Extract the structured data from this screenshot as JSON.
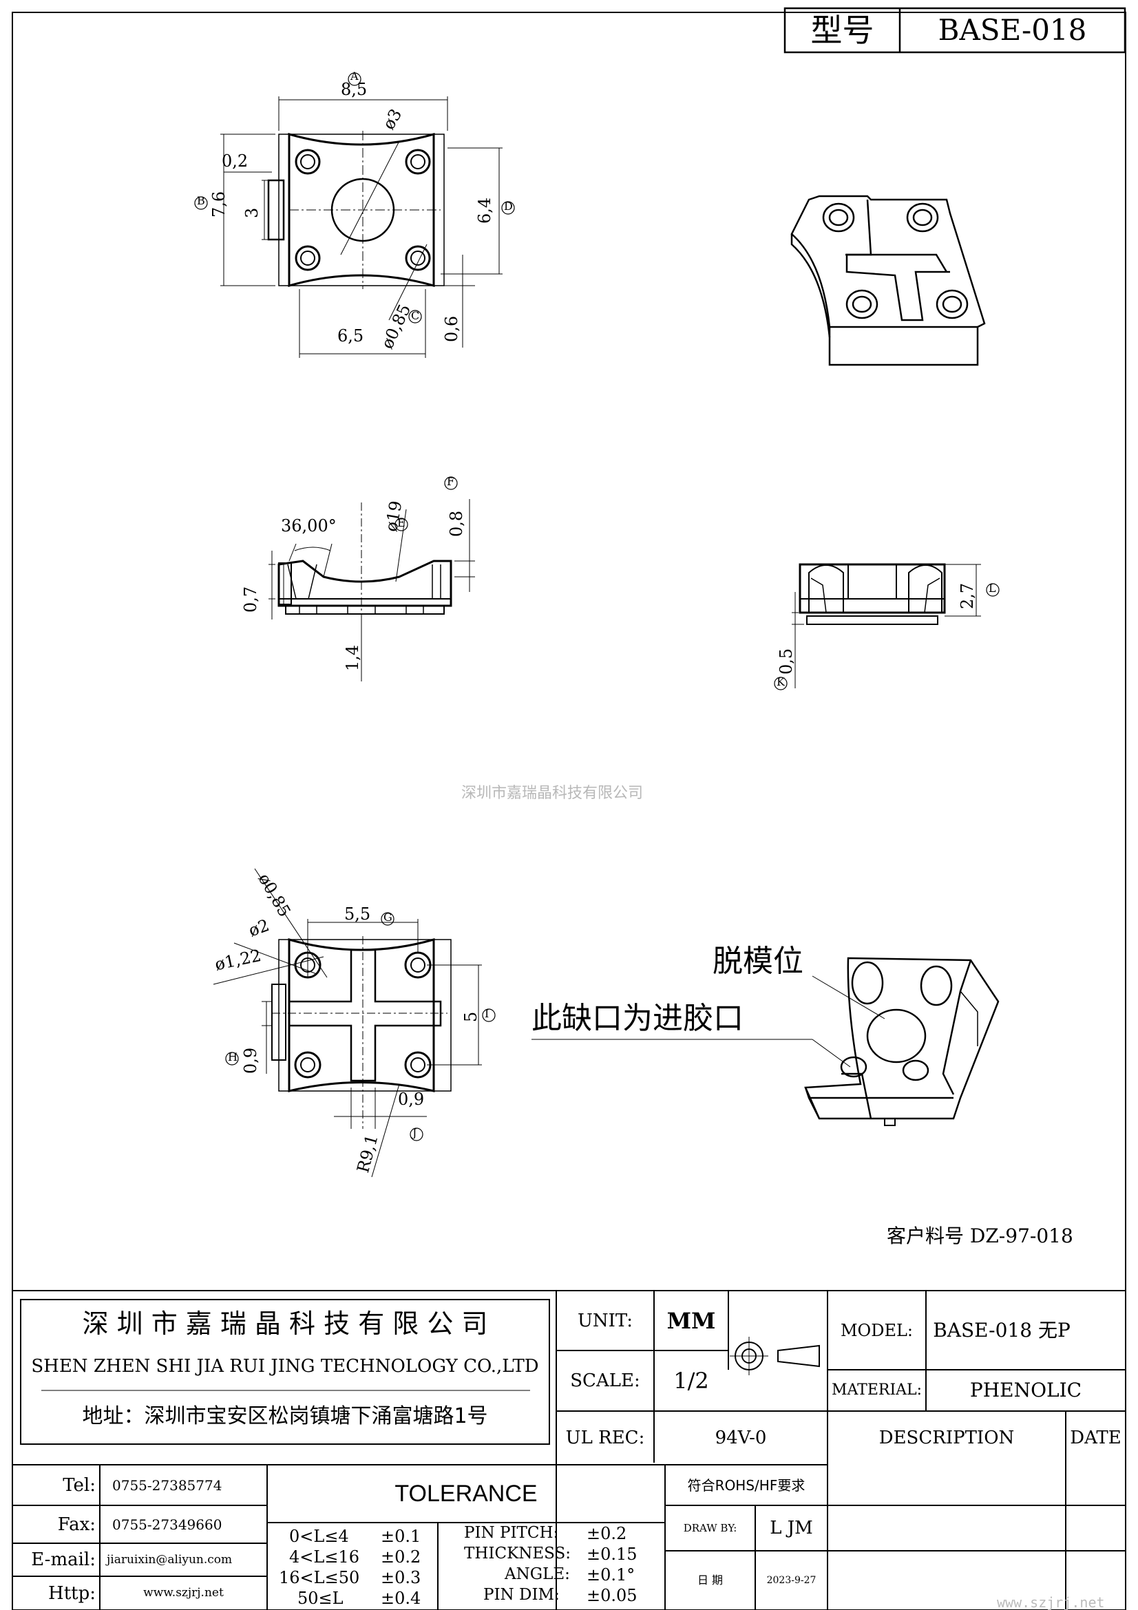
{
  "title_box": {
    "label": "型号",
    "value": "BASE-018"
  },
  "dims": {
    "a_width": "8,5",
    "a_marker": "A",
    "phi3": "ø3",
    "gap_02": "0,2",
    "h_76": "7,6",
    "b_marker": "B",
    "slot_3": "3",
    "h_64": "6,4",
    "d_marker": "D",
    "phi085_top": "ø0,85",
    "c_marker": "C",
    "w_65": "6,5",
    "t_06": "0,6",
    "angle": "36,00°",
    "phi19": "ø19",
    "e_marker": "E",
    "f_marker": "F",
    "d_08": "0,8",
    "d_07": "0,7",
    "d_14": "1,4",
    "h_27": "2,7",
    "l_marker": "L",
    "d_05": "0,5",
    "k_marker": "K",
    "phi085_bot": "ø0,85",
    "phi2": "ø2",
    "phi122": "ø1,22",
    "w_55": "5,5",
    "g_marker": "G",
    "h_5": "5",
    "i_marker": "I",
    "d_09_left": "0,9",
    "h_marker": "H",
    "d_09_bot": "0,9",
    "j_marker": "J",
    "r91": "R9,1"
  },
  "notes": {
    "watermark": "深圳市嘉瑞晶科技有限公司",
    "demold": "脱模位",
    "gate": "此缺口为进胶口",
    "customer_pn": "客户料号 DZ-97-018"
  },
  "titleblock": {
    "company_cn": "深 圳 市 嘉 瑞 晶 科 技 有 限 公 司",
    "company_en": "SHEN ZHEN SHI   JIA RUI JING   TECHNOLOGY CO.,LTD",
    "address": "地址：深圳市宝安区松岗镇塘下涌富塘路1号",
    "unit_label": "UNIT:",
    "unit_value": "MM",
    "scale_label": "SCALE:",
    "scale_value": "1/2",
    "model_label": "MODEL:",
    "model_value": "BASE-018 无P",
    "material_label": "MATERIAL:",
    "material_value": "PHENOLIC",
    "ul_label": "UL REC:",
    "ul_value": "94V-0",
    "description_label": "DESCRIPTION",
    "date_label": "DATE",
    "tel_label": "Tel:",
    "tel_value": "0755-27385774",
    "fax_label": "Fax:",
    "fax_value": "0755-27349660",
    "email_label": "E-mail:",
    "email_value": "jiaruixin@aliyun.com",
    "http_label": "Http:",
    "http_value": "www.szjrj.net",
    "tolerance_title": "TOLERANCE",
    "tol_ranges": [
      "0<L≤4",
      "4<L≤16",
      "16<L≤50",
      "50≤L"
    ],
    "tol_values": [
      "±0.1",
      "±0.2",
      "±0.3",
      "±0.4"
    ],
    "spec_labels": [
      "PIN PITCH:",
      "THICKNESS:",
      "ANGLE:",
      "PIN DIM:"
    ],
    "spec_values": [
      "±0.2",
      "±0.15",
      "±0.1°",
      "±0.05"
    ],
    "rohs": "符合ROHS/HF要求",
    "drawn_label": "DRAW BY:",
    "drawn_value": "L JM",
    "date_cn_label": "日 期",
    "date_value": "2023-9-27",
    "site_watermark": "www.szjrj.net"
  }
}
